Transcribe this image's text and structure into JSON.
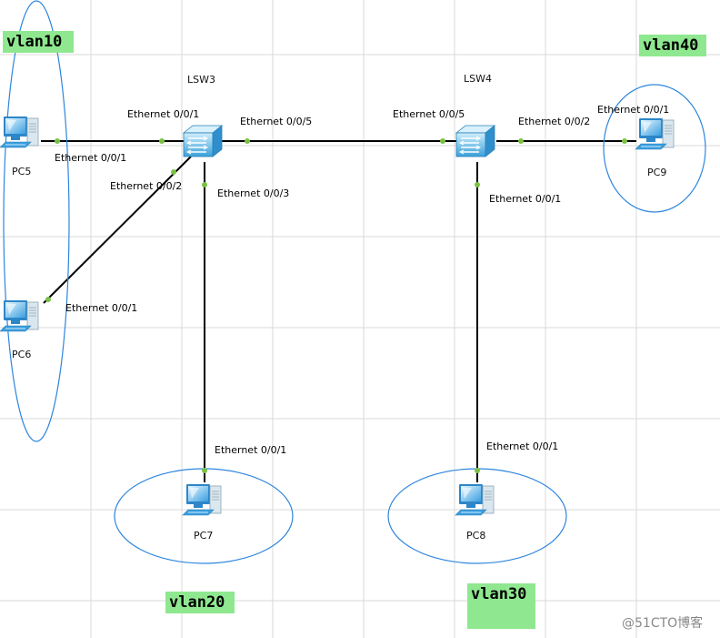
{
  "devices": {
    "lsw3": "LSW3",
    "lsw4": "LSW4",
    "pc5": "PC5",
    "pc6": "PC6",
    "pc7": "PC7",
    "pc8": "PC8",
    "pc9": "PC9"
  },
  "ports": {
    "lsw3_e1": "Ethernet 0/0/1",
    "lsw3_e5": "Ethernet 0/0/5",
    "lsw3_e2": "Ethernet 0/0/2",
    "lsw3_e3": "Ethernet 0/0/3",
    "lsw4_e5": "Ethernet 0/0/5",
    "lsw4_e2": "Ethernet 0/0/2",
    "lsw4_e1": "Ethernet 0/0/1",
    "pc5_e1": "Ethernet 0/0/1",
    "pc6_e1": "Ethernet 0/0/1",
    "pc7_e1": "Ethernet 0/0/1",
    "pc8_e1": "Ethernet 0/0/1",
    "pc9_e1": "Ethernet 0/0/1"
  },
  "vlans": {
    "vlan10": "vlan10",
    "vlan20": "vlan20",
    "vlan30": "vlan30",
    "vlan40": "vlan40"
  },
  "watermark": "@51CTO博客",
  "colors": {
    "grid": "#d9d9d9",
    "link": "#000000",
    "port_dot": "#7ac143",
    "vlan_ellipse": "#2e86de",
    "vlan_label_bg": "#8fe88f",
    "switch_body": "#5ab4e6",
    "pc_screen": "#4aa8e0"
  }
}
